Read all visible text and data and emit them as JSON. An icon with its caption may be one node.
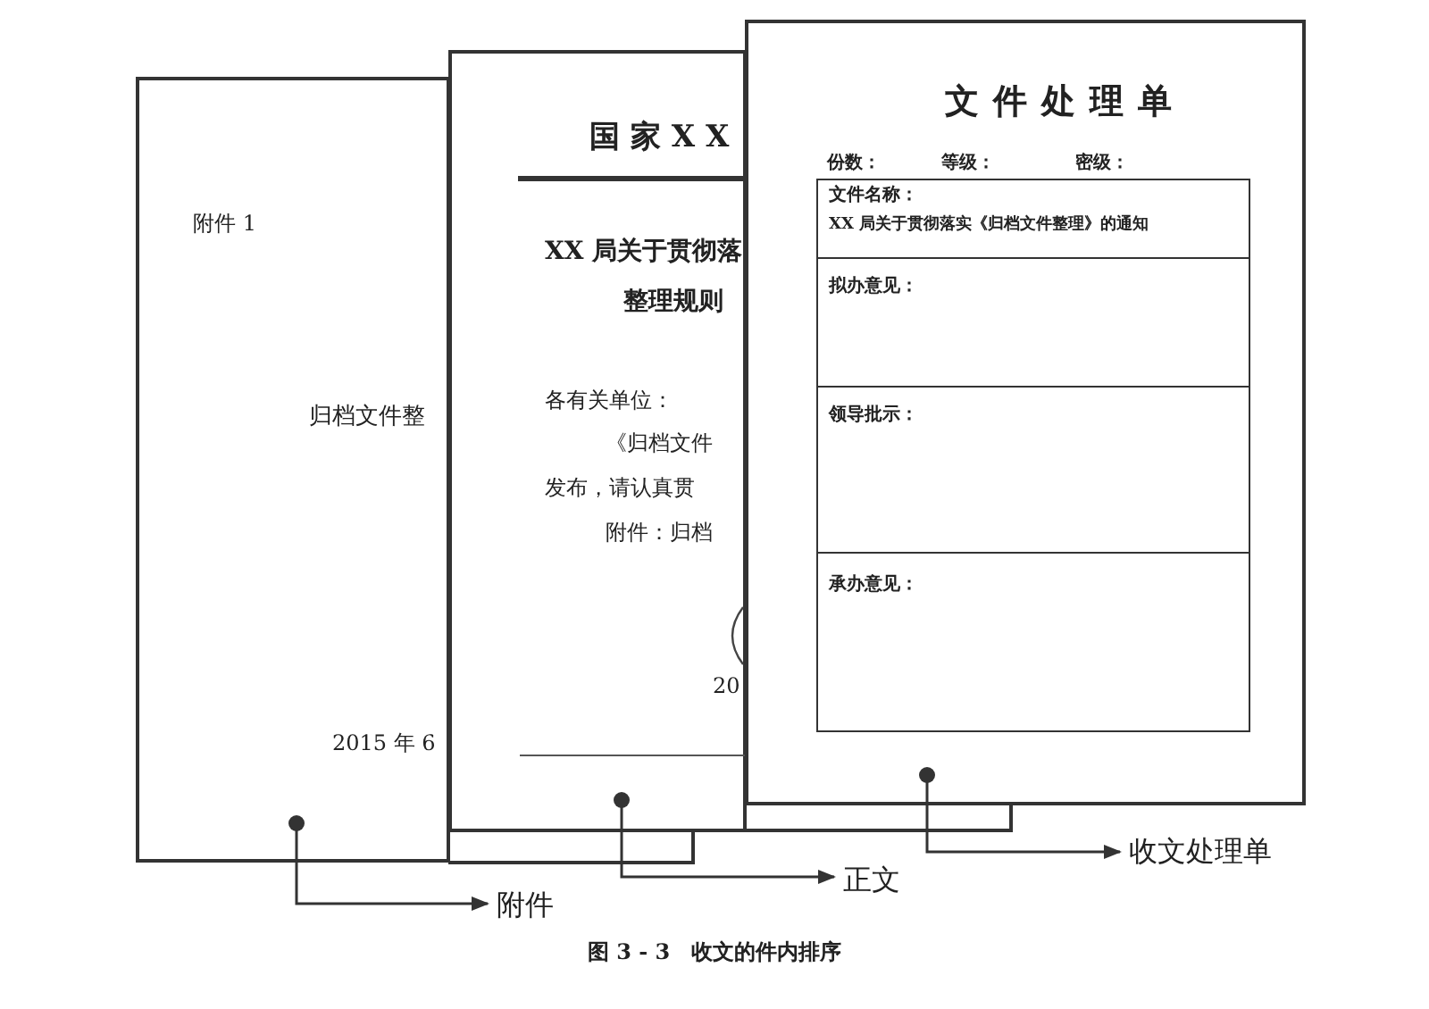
{
  "diagram": {
    "caption": "图 3 - 3　收文的件内排序",
    "nodes": [
      {
        "text": [
          "附件 1",
          "归档文件整",
          "2015 年 6"
        ]
      },
      {
        "text": [
          "国 家 X X",
          "XX 局关于贯彻落",
          "整理规则",
          "各有关单位：",
          "《归档文件",
          "发布，请认真贯",
          "附件：归档",
          "20"
        ]
      },
      {
        "text": [
          "文件处理单",
          "份数：",
          "等级：",
          "密级："
        ]
      },
      {
        "text": [
          "文件名称：",
          "XX 局关于贯彻落实《归档文件整理》的通知"
        ],
        "in": 2
      },
      {
        "text": [
          "拟办意见："
        ],
        "in": 2
      },
      {
        "text": [
          "领导批示："
        ],
        "in": 2
      },
      {
        "text": [
          "承办意见："
        ],
        "in": 2
      },
      {
        "text": [
          "附件"
        ]
      },
      {
        "text": [
          "正文"
        ]
      },
      {
        "text": [
          "收文处理单"
        ]
      }
    ],
    "edges": [
      {
        "from": 0,
        "to": 7,
        "arrow": "to"
      },
      {
        "from": 1,
        "to": 8,
        "arrow": "to"
      },
      {
        "from": 2,
        "to": 9,
        "arrow": "to"
      }
    ]
  }
}
